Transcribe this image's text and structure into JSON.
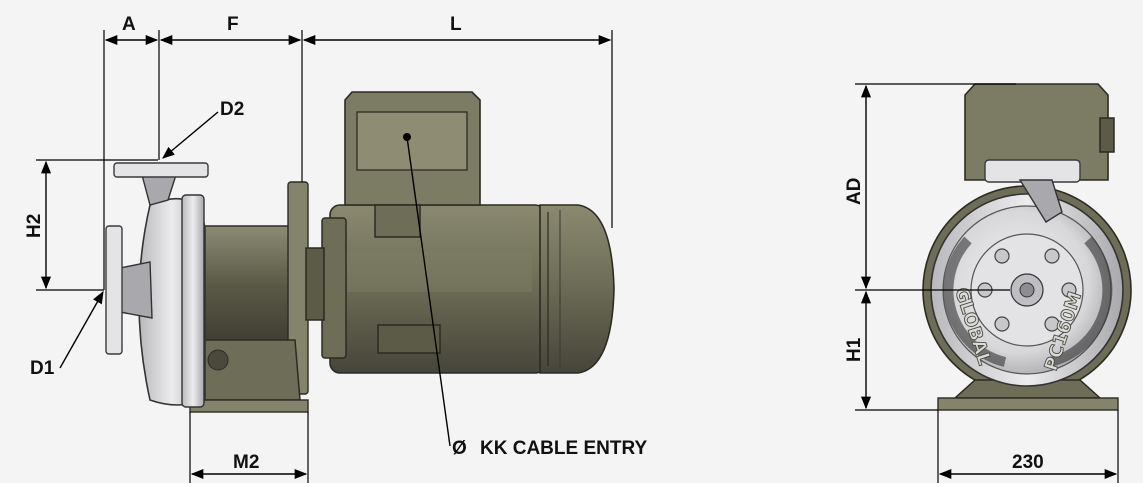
{
  "diagram": {
    "dimension_labels": {
      "a": "A",
      "f": "F",
      "l": "L",
      "d2": "D2",
      "d1": "D1",
      "h2": "H2",
      "m2": "M2",
      "cable_entry": "KK CABLE ENTRY",
      "diameter_symbol": "Ø",
      "ad": "AD",
      "h1": "H1",
      "width_value": "230"
    },
    "emboss_text": {
      "brand": "GLOBAL",
      "model": "PC160M"
    },
    "colors": {
      "background": "#f4f4f4",
      "motor_olive": "#6e6d57",
      "pump_steel": "#cfcfd1",
      "dimension_lines": "#000000"
    }
  }
}
